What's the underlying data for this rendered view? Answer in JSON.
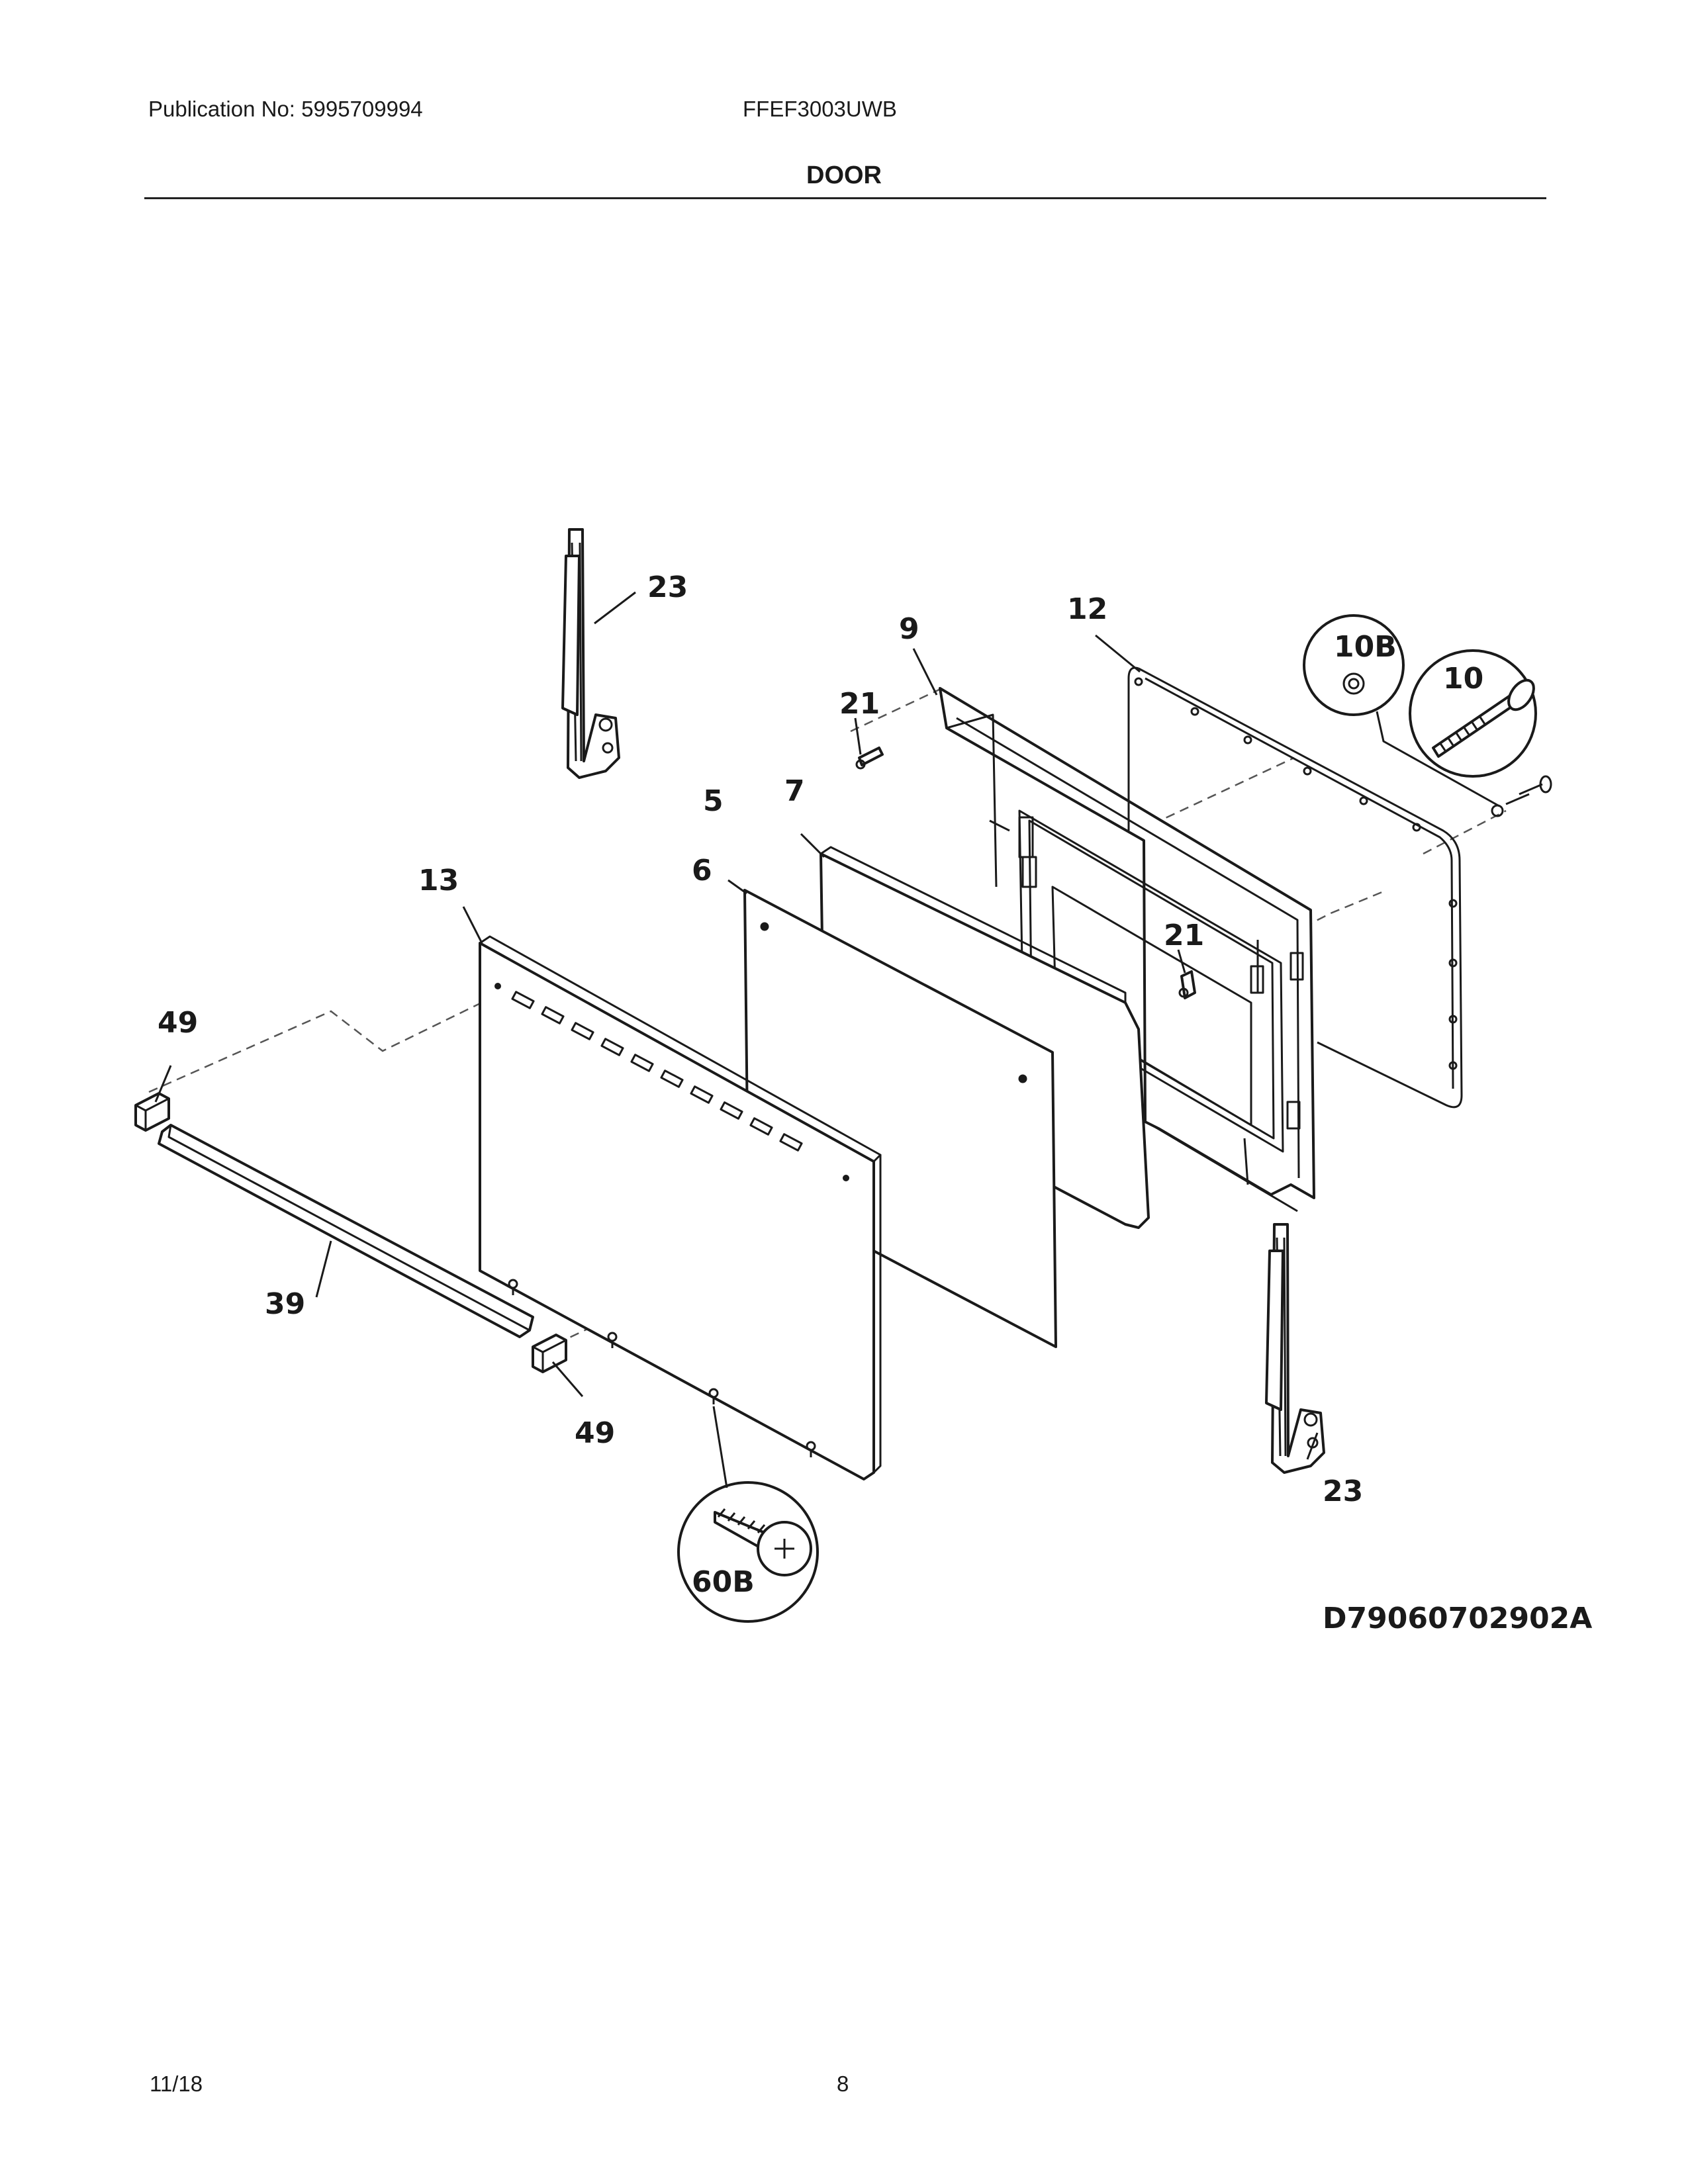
{
  "header": {
    "publication": "Publication No: 5995709994",
    "model": "FFEF3003UWB",
    "title": "DOOR"
  },
  "footer": {
    "date": "11/18",
    "page": "8"
  },
  "diagram": {
    "drawing_id": "D79060702902A",
    "callouts": {
      "hinge_top": "23",
      "hinge_bottom": "23",
      "door_frame": "9",
      "gasket": "12",
      "washer": "10B",
      "screw": "10",
      "clip_top": "21",
      "clip_right": "21",
      "glass_pack": "5",
      "inner_glass": "7",
      "middle_glass": "6",
      "outer_door": "13",
      "end_cap_left": "49",
      "end_cap_bottom": "49",
      "handle_trim": "39",
      "door_screw": "60B"
    }
  }
}
